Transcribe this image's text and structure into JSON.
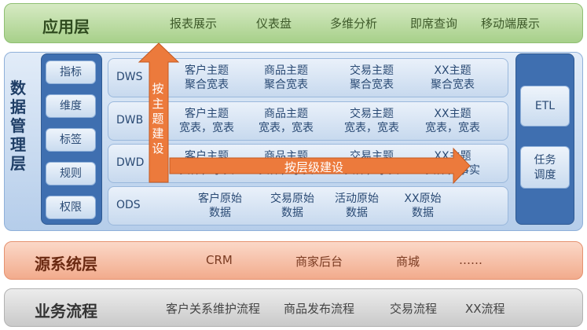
{
  "app_layer": {
    "title": "应用层",
    "items": [
      "报表展示",
      "仪表盘",
      "多维分析",
      "即席查询",
      "移动端展示"
    ]
  },
  "data_layer": {
    "title": "数据管理层",
    "left_buttons": [
      "指标",
      "维度",
      "标签",
      "规则",
      "权限"
    ],
    "right_buttons": [
      "ETL",
      "任务\n调度"
    ],
    "rows": [
      {
        "label": "DWS",
        "cells": [
          "客户主题\n聚合宽表",
          "商品主题\n聚合宽表",
          "交易主题\n聚合宽表",
          "XX主题\n聚合宽表"
        ]
      },
      {
        "label": "DWB",
        "cells": [
          "客户主题\n宽表，宽表",
          "商品主题\n宽表，宽表",
          "交易主题\n宽表，宽表",
          "XX主题\n宽表，宽表"
        ]
      },
      {
        "label": "DWD",
        "cells": [
          "客户主题\n实体，事实",
          "商品主题\n实体，事实",
          "交易主题\n实体，事实",
          "XX主题\n实体，事实"
        ]
      },
      {
        "label": "ODS",
        "cells": [
          "客户原始\n数据",
          "交易原始\n数据",
          "活动原始\n数据",
          "XX原始\n数据"
        ]
      }
    ],
    "vertical_arrow_label": "按主题建设",
    "horizontal_arrow_label": "按层级建设",
    "arrow_color": "#ec7a3c"
  },
  "source_layer": {
    "title": "源系统层",
    "items": [
      "CRM",
      "商家后台",
      "商城",
      "……"
    ]
  },
  "business_layer": {
    "title": "业务流程",
    "items": [
      "客户关系维护流程",
      "商品发布流程",
      "交易流程",
      "XX流程"
    ]
  }
}
